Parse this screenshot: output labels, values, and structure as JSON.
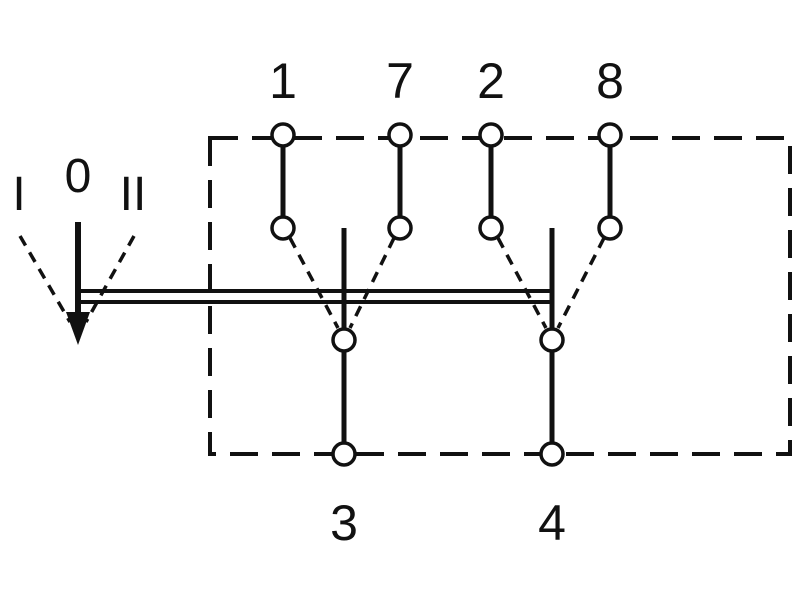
{
  "positions": {
    "left": "I",
    "center": "0",
    "right": "II"
  },
  "terminals": {
    "t1": "1",
    "t7": "7",
    "t2": "2",
    "t8": "8",
    "t3": "3",
    "t4": "4"
  },
  "colors": {
    "ink": "#111111",
    "background": "#ffffff"
  }
}
